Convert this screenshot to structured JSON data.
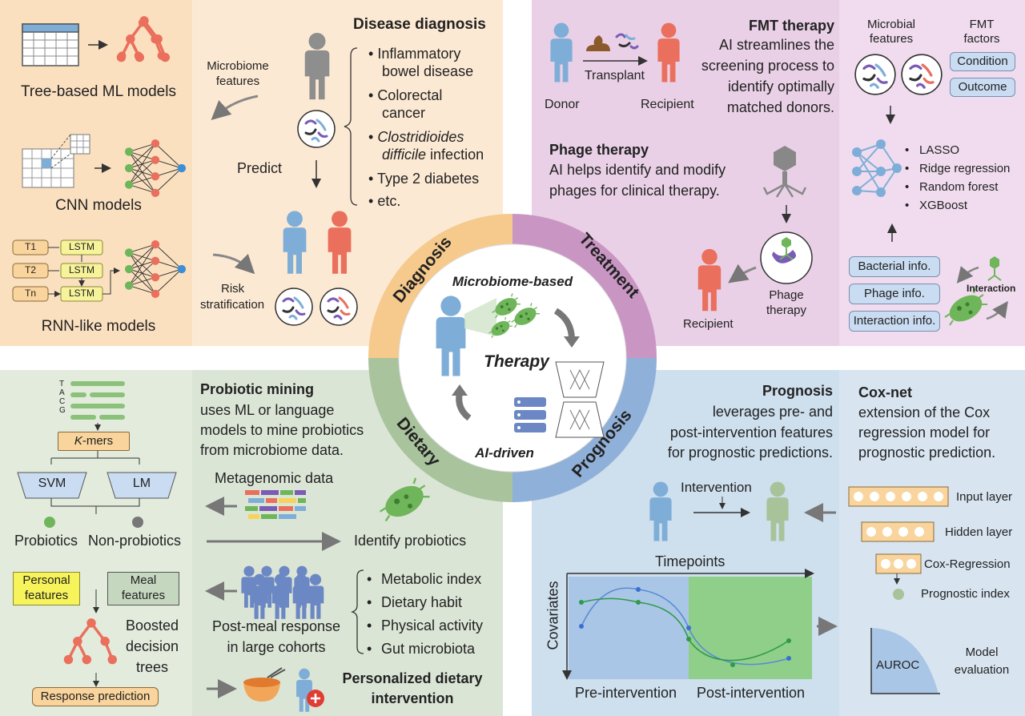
{
  "colors": {
    "diagnosis_bg": "#fbe3c4",
    "diagnosis_bg2": "#fce9d3",
    "treatment_bg": "#e8cde5",
    "treatment_bg2": "#efd9ec",
    "dietary_bg": "#d7e2d3",
    "dietary_bg2": "#e2ead9",
    "prognosis_bg": "#cbdced",
    "prognosis_bg2": "#d6e3f0",
    "blue_person": "#7eaed8",
    "red_person": "#ea6f5c",
    "gray_person": "#8e8e8e",
    "green": "#6fb55a",
    "purple": "#7a5bb5",
    "diagnosis_ring": "#f6c98c",
    "treatment_ring": "#c995c3",
    "dietary_ring": "#a9c39d",
    "prognosis_ring": "#8fb0d9"
  },
  "icons": [
    "person-icon",
    "bacteria-icon",
    "tree-icon",
    "neural-network-icon",
    "phage-icon",
    "server-icon",
    "bowl-icon",
    "arrow-icon"
  ],
  "center": {
    "top": "Microbiome-based",
    "middle": "Therapy",
    "bottom": "AI-driven"
  },
  "ring_labels": {
    "diagnosis": "Diagnosis",
    "treatment": "Treatment",
    "dietary": "Dietary",
    "prognosis": "Prognosis"
  },
  "diagnosis": {
    "tree_label": "Tree-based ML models",
    "cnn_label": "CNN models",
    "rnn_label": "RNN-like models",
    "rnn_t1": "T1",
    "rnn_t2": "T2",
    "rnn_tn": "Tn",
    "lstm": "LSTM",
    "title": "Disease diagnosis",
    "features_label_1": "Microbiome",
    "features_label_2": "features",
    "predict": "Predict",
    "risk_1": "Risk",
    "risk_2": "stratification",
    "diseases": [
      "Inflammatory",
      "bowel disease",
      "Colorectal",
      "cancer",
      "Clostridioides",
      "difficile",
      "infection",
      "Type 2 diabetes",
      "etc."
    ]
  },
  "treatment": {
    "fmt_title": "FMT therapy",
    "fmt_text": [
      "AI streamlines the",
      "screening process to",
      "identify optimally",
      "matched donors."
    ],
    "donor": "Donor",
    "transplant": "Transplant",
    "recipient": "Recipient",
    "phage_title": "Phage therapy",
    "phage_text": [
      "AI helps identify and modify",
      "phages for clinical therapy."
    ],
    "phage_therapy_1": "Phage",
    "phage_therapy_2": "therapy",
    "recipient2": "Recipient",
    "microbial_1": "Microbial",
    "microbial_2": "features",
    "fmt_factors_1": "FMT",
    "fmt_factors_2": "factors",
    "condition": "Condition",
    "outcome": "Outcome",
    "models": [
      "LASSO",
      "Ridge regression",
      "Random forest",
      "XGBoost"
    ],
    "bacterial_info": "Bacterial info.",
    "phage_info": "Phage info.",
    "interaction_info": "Interaction info.",
    "interaction": "Interaction"
  },
  "dietary": {
    "kmers": "K-mers",
    "kmers_rest": "-mers",
    "kmers_k": "K",
    "bases": [
      "T",
      "A",
      "C",
      "G"
    ],
    "svm": "SVM",
    "lm": "LM",
    "probiotics": "Probiotics",
    "non_probiotics": "Non-probiotics",
    "mining_title": "Probiotic mining",
    "mining_text": [
      "uses ML or language",
      "models to mine probiotics",
      "from microbiome data."
    ],
    "metagenomic": "Metagenomic data",
    "identify": "Identify probiotics",
    "personal_1": "Personal",
    "personal_2": "features",
    "meal_1": "Meal",
    "meal_2": "features",
    "boosted": [
      "Boosted",
      "decision",
      "trees"
    ],
    "response": "Response prediction",
    "postmeal_1": "Post-meal response",
    "postmeal_2": "in large cohorts",
    "factors": [
      "Metabolic index",
      "Dietary habit",
      "Physical activity",
      "Gut microbiota"
    ],
    "personalized_1": "Personalized dietary",
    "personalized_2": "intervention"
  },
  "prognosis": {
    "title": "Prognosis",
    "text": [
      "leverages pre- and",
      "post-intervention features",
      "for prognostic predictions."
    ],
    "intervention": "Intervention",
    "timepoints": "Timepoints",
    "covariates": "Covariates",
    "pre": "Pre-intervention",
    "post": "Post-intervention",
    "cox_title": "Cox-net",
    "cox_text": [
      "extension of the Cox",
      "regression model for",
      "prognostic prediction."
    ],
    "input_layer": "Input layer",
    "hidden_layer": "Hidden layer",
    "cox_regression": "Cox-Regression",
    "prognostic_index": "Prognostic index",
    "auroc": "AUROC",
    "model_eval_1": "Model",
    "model_eval_2": "evaluation"
  }
}
